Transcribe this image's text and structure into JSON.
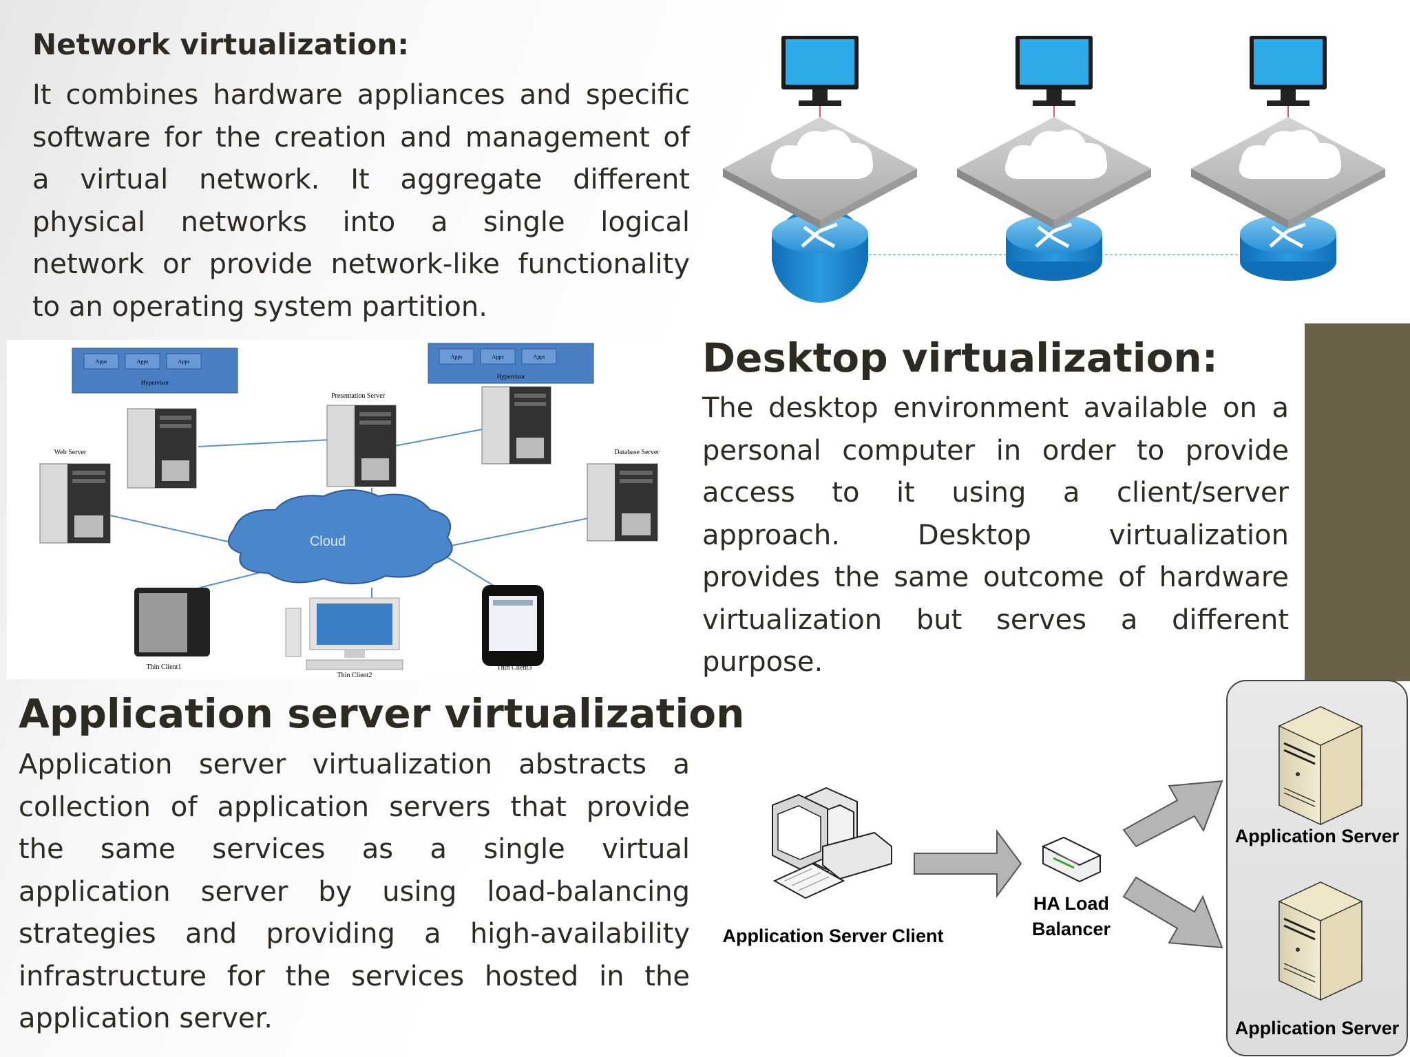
{
  "network": {
    "title": "Network virtualization:",
    "lines": [
      "It combines hardware appliances and specific",
      "software for the creation and management of",
      "a virtual network. It aggregate different",
      "physical networks into a single logical",
      "network or provide network-like functionality",
      "to an operating system partition."
    ]
  },
  "desktop": {
    "title": "Desktop virtualization:",
    "lines": [
      "The desktop environment available on a",
      "personal computer in order to provide",
      "access to it using a client/server",
      "approach. Desktop virtualization",
      "provides the same outcome of hardware",
      "virtualization but serves a different",
      "purpose."
    ]
  },
  "appserver": {
    "title": "Application server virtualization",
    "lines": [
      "Application server virtualization abstracts a",
      "collection of application servers that provide",
      "the same services as a single virtual",
      "application server by using load-balancing",
      "strategies and providing a high-availability",
      "infrastructure for the services hosted in the",
      "application server."
    ]
  },
  "diagram_desktop": {
    "cloud_label": "Cloud",
    "web_server": "Web Server",
    "presentation_server": "Presentation Server",
    "database_server": "Database Server",
    "hypervisor": "Hypervisor",
    "apps": "Apps",
    "thin_client1": "Thin Client1",
    "thin_client2": "Thin Client2",
    "thin_client3": "Thin Client3"
  },
  "diagram_app": {
    "client_label": "Application Server Client",
    "lb_line1": "HA Load",
    "lb_line2": "Balancer",
    "server1_label": "Application Server",
    "server2_label": "Application Server"
  },
  "colors": {
    "accent_bar": "#6b6148",
    "text": "#2d2a22",
    "router_blue": "#1e88d0",
    "monitor_blue": "#29a9e6",
    "hypervisor_blue": "#4a7fc4"
  }
}
